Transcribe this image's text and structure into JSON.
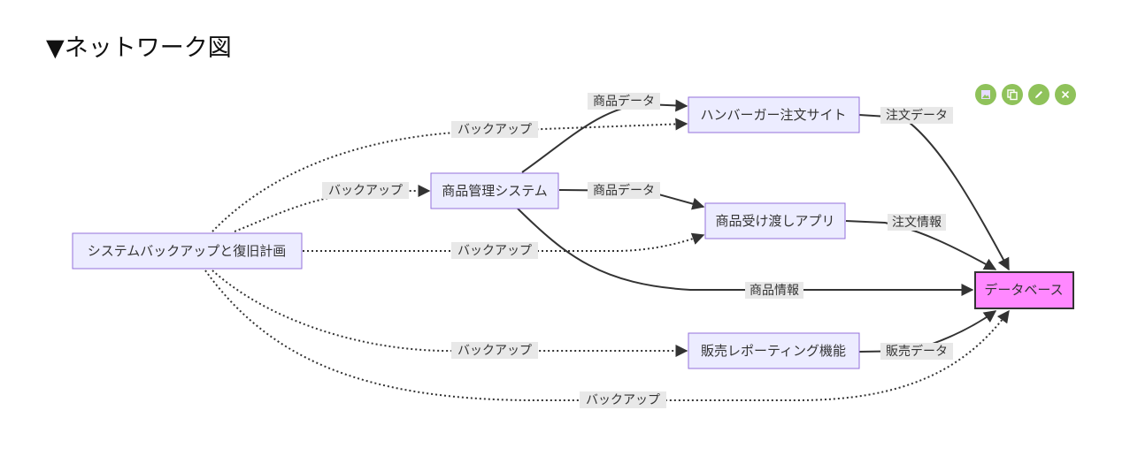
{
  "heading": {
    "marker": "▼",
    "text": "ネットワーク図"
  },
  "toolbar": {
    "buttons": [
      {
        "name": "image",
        "icon": "image-icon"
      },
      {
        "name": "copy",
        "icon": "copy-icon"
      },
      {
        "name": "edit",
        "icon": "pencil-icon"
      },
      {
        "name": "close",
        "icon": "close-icon"
      }
    ],
    "color": "#8fc25a"
  },
  "diagram": {
    "nodes": {
      "backup": "システムバックアップと復旧計画",
      "product_mgmt": "商品管理システム",
      "burger_site": "ハンバーガー注文サイト",
      "handover_app": "商品受け渡しアプリ",
      "sales_report": "販売レポーティング機能",
      "database": "データベース"
    },
    "edges": [
      {
        "from": "product_mgmt",
        "to": "burger_site",
        "label": "商品データ",
        "style": "solid"
      },
      {
        "from": "backup",
        "to": "burger_site",
        "label": "バックアップ",
        "style": "dotted"
      },
      {
        "from": "backup",
        "to": "product_mgmt",
        "label": "バックアップ",
        "style": "dotted"
      },
      {
        "from": "product_mgmt",
        "to": "handover_app",
        "label": "商品データ",
        "style": "solid"
      },
      {
        "from": "backup",
        "to": "handover_app",
        "label": "バックアップ",
        "style": "dotted"
      },
      {
        "from": "product_mgmt",
        "to": "database",
        "label": "商品情報",
        "style": "solid"
      },
      {
        "from": "burger_site",
        "to": "database",
        "label": "注文データ",
        "style": "solid"
      },
      {
        "from": "handover_app",
        "to": "database",
        "label": "注文情報",
        "style": "solid"
      },
      {
        "from": "backup",
        "to": "sales_report",
        "label": "バックアップ",
        "style": "dotted"
      },
      {
        "from": "sales_report",
        "to": "database",
        "label": "販売データ",
        "style": "solid"
      },
      {
        "from": "backup",
        "to": "database",
        "label": "バックアップ",
        "style": "dotted"
      }
    ],
    "colors": {
      "node_fill": "#ececff",
      "node_stroke": "#9370db",
      "db_fill": "#ff88ff",
      "edge": "#333333",
      "label_bg": "#e8e8e8"
    }
  }
}
